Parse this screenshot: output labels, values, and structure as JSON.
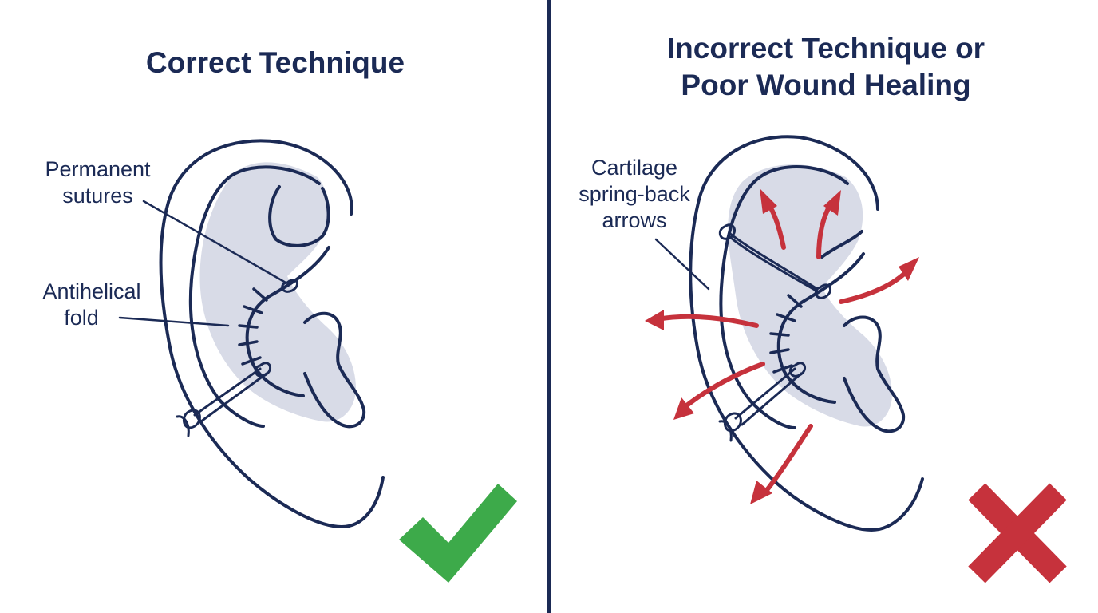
{
  "colors": {
    "ink": "#1b2a55",
    "fill": "#d8dbe7",
    "arrow": "#c6323c",
    "check": "#3daa4a",
    "cross": "#c6323c"
  },
  "left_panel": {
    "title": "Correct Technique",
    "labels": {
      "sutures_line1": "Permanent",
      "sutures_line2": "sutures",
      "fold_line1": "Antihelical",
      "fold_line2": "fold"
    },
    "status_icon": "check-mark-icon"
  },
  "right_panel": {
    "title_line1": "Incorrect Technique or",
    "title_line2": "Poor Wound Healing",
    "labels": {
      "arrows_line1": "Cartilage",
      "arrows_line2": "spring-back",
      "arrows_line3": "arrows"
    },
    "status_icon": "cross-mark-icon"
  }
}
